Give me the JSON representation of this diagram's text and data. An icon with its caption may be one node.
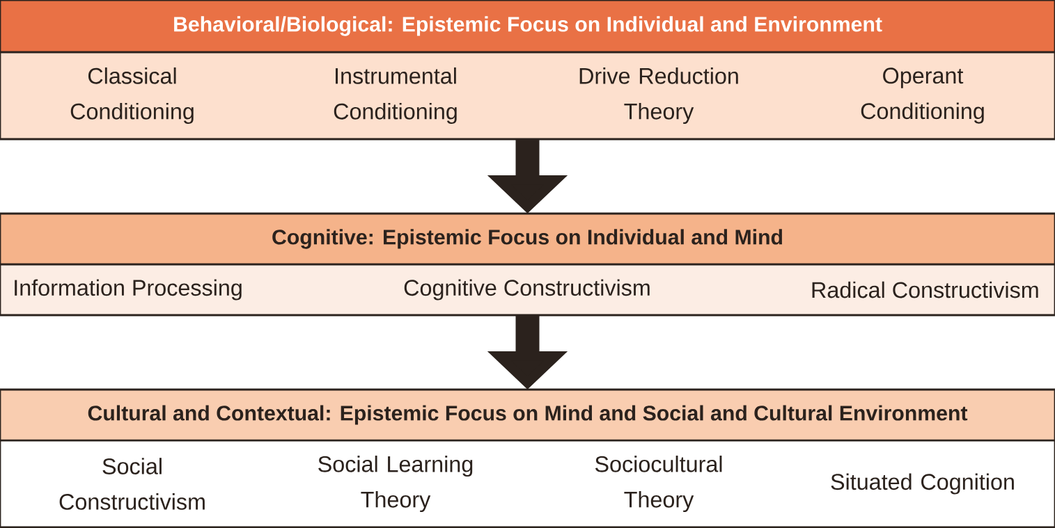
{
  "diagram": {
    "nodes": [
      {
        "text": [
          "Behavioral/Biological: Epistemic Focus on Individual and Environment"
        ]
      },
      {
        "text": [
          "Classical Conditioning"
        ],
        "in": 0
      },
      {
        "text": [
          "Instrumental Conditioning"
        ],
        "in": 0
      },
      {
        "text": [
          "Drive Reduction Theory"
        ],
        "in": 0
      },
      {
        "text": [
          "Operant Conditioning"
        ],
        "in": 0
      },
      {
        "text": [
          "Cognitive: Epistemic Focus on Individual and Mind"
        ]
      },
      {
        "text": [
          "Information Processing"
        ],
        "in": 5
      },
      {
        "text": [
          "Cognitive Constructivism"
        ],
        "in": 5
      },
      {
        "text": [
          "Radical Constructivism"
        ],
        "in": 5
      },
      {
        "text": [
          "Cultural and Contextual: Epistemic Focus on Mind and Social and Cultural Environment"
        ]
      },
      {
        "text": [
          "Social Constructivism"
        ],
        "in": 9
      },
      {
        "text": [
          "Social Learning Theory"
        ],
        "in": 9
      },
      {
        "text": [
          "Sociocultural Theory"
        ],
        "in": 9
      },
      {
        "text": [
          "Situated Cognition"
        ],
        "in": 9
      }
    ],
    "edges": [
      {
        "from": 0,
        "to": 5,
        "arrow": "to"
      },
      {
        "from": 5,
        "to": 9,
        "arrow": "to"
      }
    ]
  }
}
